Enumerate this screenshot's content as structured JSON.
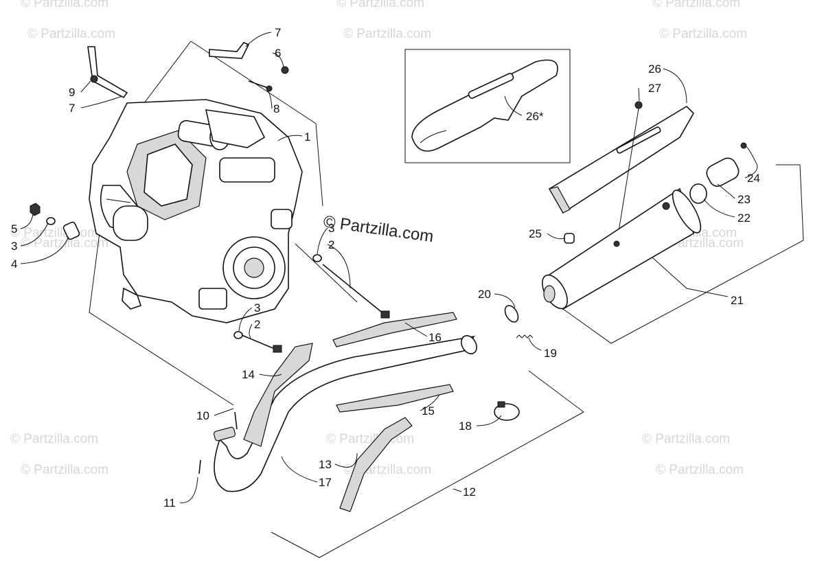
{
  "watermark": {
    "text": "© Partzilla.com",
    "center_text": "© Partzilla.com"
  },
  "callouts": [
    {
      "id": "c1",
      "label": "1"
    },
    {
      "id": "c2a",
      "label": "2"
    },
    {
      "id": "c2b",
      "label": "2"
    },
    {
      "id": "c3a",
      "label": "3"
    },
    {
      "id": "c3b",
      "label": "3"
    },
    {
      "id": "c3c",
      "label": "3"
    },
    {
      "id": "c4",
      "label": "4"
    },
    {
      "id": "c5",
      "label": "5"
    },
    {
      "id": "c6",
      "label": "6"
    },
    {
      "id": "c7a",
      "label": "7"
    },
    {
      "id": "c7b",
      "label": "7"
    },
    {
      "id": "c8",
      "label": "8"
    },
    {
      "id": "c9",
      "label": "9"
    },
    {
      "id": "c10",
      "label": "10"
    },
    {
      "id": "c11",
      "label": "11"
    },
    {
      "id": "c12",
      "label": "12"
    },
    {
      "id": "c13",
      "label": "13"
    },
    {
      "id": "c14",
      "label": "14"
    },
    {
      "id": "c15",
      "label": "15"
    },
    {
      "id": "c16",
      "label": "16"
    },
    {
      "id": "c17",
      "label": "17"
    },
    {
      "id": "c18",
      "label": "18"
    },
    {
      "id": "c19",
      "label": "19"
    },
    {
      "id": "c20",
      "label": "20"
    },
    {
      "id": "c21",
      "label": "21"
    },
    {
      "id": "c22",
      "label": "22"
    },
    {
      "id": "c23",
      "label": "23"
    },
    {
      "id": "c24",
      "label": "24"
    },
    {
      "id": "c25",
      "label": "25"
    },
    {
      "id": "c26a",
      "label": "26"
    },
    {
      "id": "c26b",
      "label": "26*"
    },
    {
      "id": "c27",
      "label": "27"
    }
  ]
}
